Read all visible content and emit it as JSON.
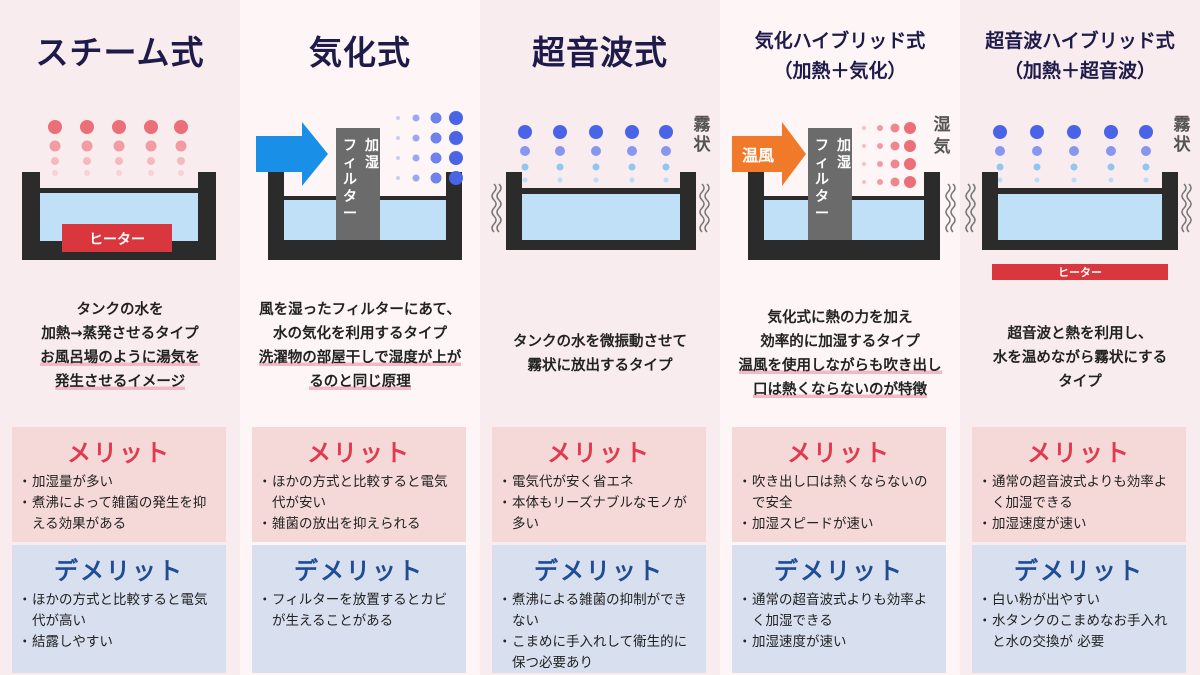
{
  "columns": [
    {
      "title": "スチーム式",
      "title2": "",
      "illus": {
        "heater": "ヒーター",
        "side_label": ""
      },
      "description": [
        "タンクの水を",
        "加熱→蒸発させるタイプ",
        "お風呂場のように湯気を",
        "発生させるイメージ"
      ],
      "merit_title": "メリット",
      "merits": [
        "加湿量が多い",
        "煮沸によって雑菌の発生を抑える効果がある"
      ],
      "demerit_title": "デメリット",
      "demerits": [
        "ほかの方式と比較すると電気代が高い",
        "結露しやすい"
      ]
    },
    {
      "title": "気化式",
      "title2": "",
      "illus": {
        "filter": "加湿フィルター"
      },
      "description": [
        "風を湿ったフィルターにあて、",
        "水の気化を利用するタイプ",
        "洗濯物の部屋干しで湿度が上が",
        "るのと同じ原理"
      ],
      "merit_title": "メリット",
      "merits": [
        "ほかの方式と比較すると電気代が安い",
        "雑菌の放出を抑えられる"
      ],
      "demerit_title": "デメリット",
      "demerits": [
        "フィルターを放置するとカビが生えることがある"
      ]
    },
    {
      "title": "超音波式",
      "title2": "",
      "illus": {
        "side_label": "霧状"
      },
      "description": [
        "タンクの水を微振動させて",
        "霧状に放出するタイプ"
      ],
      "merit_title": "メリット",
      "merits": [
        "電気代が安く省エネ",
        "本体もリーズナブルなモノが多い"
      ],
      "demerit_title": "デメリット",
      "demerits": [
        "煮沸による雑菌の抑制ができない",
        "こまめに手入れして衛生的に保つ必要あり"
      ]
    },
    {
      "title": "気化ハイブリッド式",
      "title2": "（加熱＋気化）",
      "illus": {
        "filter": "加湿フィルター",
        "wind": "温風",
        "side_label": "湿気"
      },
      "description": [
        "気化式に熱の力を加え",
        "効率的に加湿するタイプ",
        "温風を使用しながらも吹き出し",
        "口は熱くならないのが特徴"
      ],
      "merit_title": "メリット",
      "merits": [
        "吹き出し口は熱くならないので安全",
        "加湿スピードが速い"
      ],
      "demerit_title": "デメリット",
      "demerits": [
        "通常の超音波式よりも効率よく加湿できる",
        "加湿速度が速い"
      ]
    },
    {
      "title": "超音波ハイブリッド式",
      "title2": "（加熱＋超音波）",
      "illus": {
        "heater": "ヒーター",
        "side_label": "霧状"
      },
      "description": [
        "超音波と熱を利用し、",
        "水を温めながら霧状にする",
        "タイプ"
      ],
      "merit_title": "メリット",
      "merits": [
        "通常の超音波式よりも効率よく加湿できる",
        "加湿速度が速い"
      ],
      "demerit_title": "デメリット",
      "demerits": [
        "白い粉が出やすい",
        "水タンクのこまめなお手入れと水の交換が 必要"
      ]
    }
  ],
  "colors": {
    "title": "#1e1b4b",
    "merit_title": "#e03a4e",
    "demerit_title": "#1f4e96",
    "merit_bg": "#f5d9d9",
    "demerit_bg": "#d8dfef",
    "tank": "#2b2b2b",
    "water": "#bfe0f7",
    "heater": "#d9363e",
    "steam_dot": "#ec6e78",
    "mist_dot": "#4a64e8",
    "arrow_blue": "#1a8fe8",
    "arrow_orange": "#f07a2a",
    "filter": "#6b6b6b"
  }
}
